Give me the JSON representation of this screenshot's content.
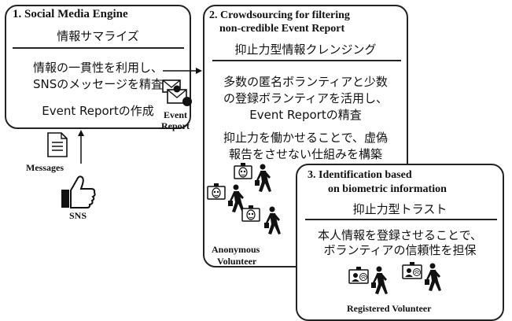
{
  "box1": {
    "title": "1. Social Media Engine",
    "subtitle": "情報サマライズ",
    "line1": "情報の一貫性を利用し、",
    "line2": "SNSのメッセージを精査",
    "line3": "Event Reportの作成"
  },
  "box2": {
    "title1": "2. Crowdsourcing for filtering",
    "title2": "non-credible Event Report",
    "subtitle": "抑止力型情報クレンジング",
    "line1": "多数の匿名ボランティアと少数",
    "line2": "の登録ボランティアを活用し、",
    "line3": "Event Reportの精査",
    "line4": "抑止力を働かせることで、虚偽",
    "line5": "報告をさせない仕組みを構築",
    "anon_label1": "Anonymous",
    "anon_label2": "Volunteer"
  },
  "box3": {
    "title1": "3. Identification based",
    "title2": "on biometric information",
    "subtitle": "抑止力型トラスト",
    "line1": "本人情報を登録させることで、",
    "line2": "ボランティアの信頼性を担保",
    "reg_label": "Registered Volunteer"
  },
  "left": {
    "messages": "Messages",
    "sns": "SNS"
  },
  "event_report": {
    "line1": "Event",
    "line2": "Report"
  }
}
